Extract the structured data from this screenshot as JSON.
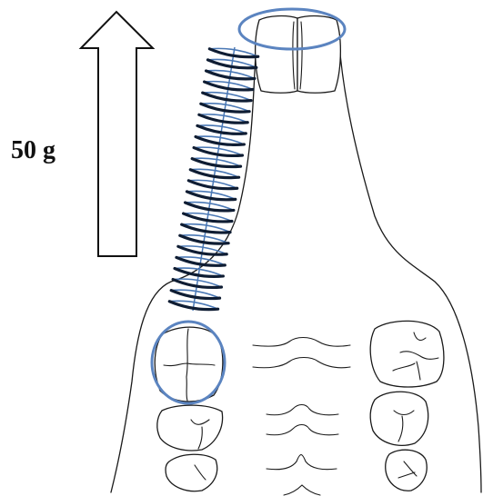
{
  "force": {
    "label": "50 g",
    "direction": "up"
  },
  "colors": {
    "line": "#1a1a1a",
    "highlight_ring": "#5b84c0",
    "spring_dark": "#0f1d33",
    "spring_light": "#4a78b5",
    "background": "#ffffff"
  },
  "elements": {
    "spring_coils": 24
  }
}
